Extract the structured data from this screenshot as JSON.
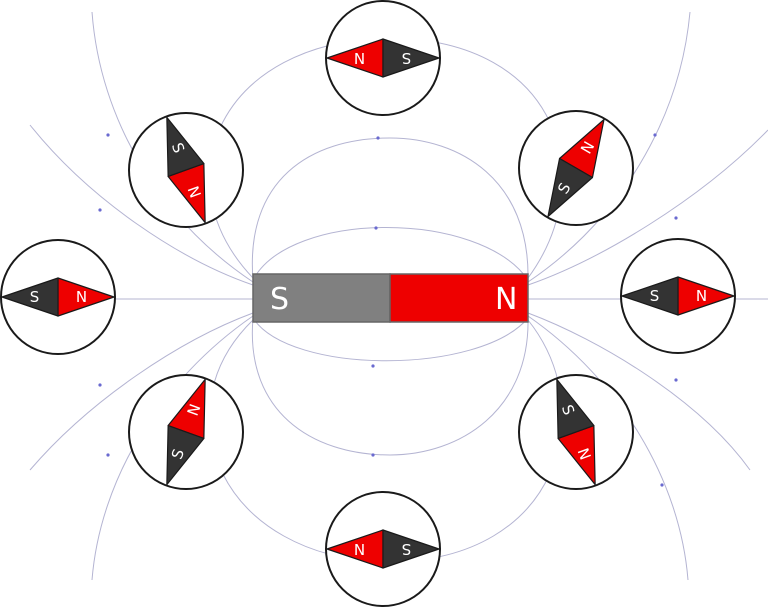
{
  "magnet": {
    "south_label": "S",
    "north_label": "N",
    "south_color": "#808080",
    "north_color": "#ee0000"
  },
  "needle_colors": {
    "north": "#ee0000",
    "south": "#333333"
  },
  "compasses": [
    {
      "id": "top",
      "north_label": "N",
      "south_label": "S",
      "north_heading_deg": 180
    },
    {
      "id": "upper-right",
      "north_label": "N",
      "south_label": "S",
      "north_heading_deg": -60
    },
    {
      "id": "right",
      "north_label": "N",
      "south_label": "S",
      "north_heading_deg": 0
    },
    {
      "id": "lower-right",
      "north_label": "N",
      "south_label": "S",
      "north_heading_deg": 70
    },
    {
      "id": "bottom",
      "north_label": "N",
      "south_label": "S",
      "north_heading_deg": 180
    },
    {
      "id": "lower-left",
      "north_label": "N",
      "south_label": "S",
      "north_heading_deg": -70
    },
    {
      "id": "left",
      "north_label": "N",
      "south_label": "S",
      "north_heading_deg": 0
    },
    {
      "id": "upper-left",
      "north_label": "N",
      "south_label": "S",
      "north_heading_deg": 70
    }
  ]
}
